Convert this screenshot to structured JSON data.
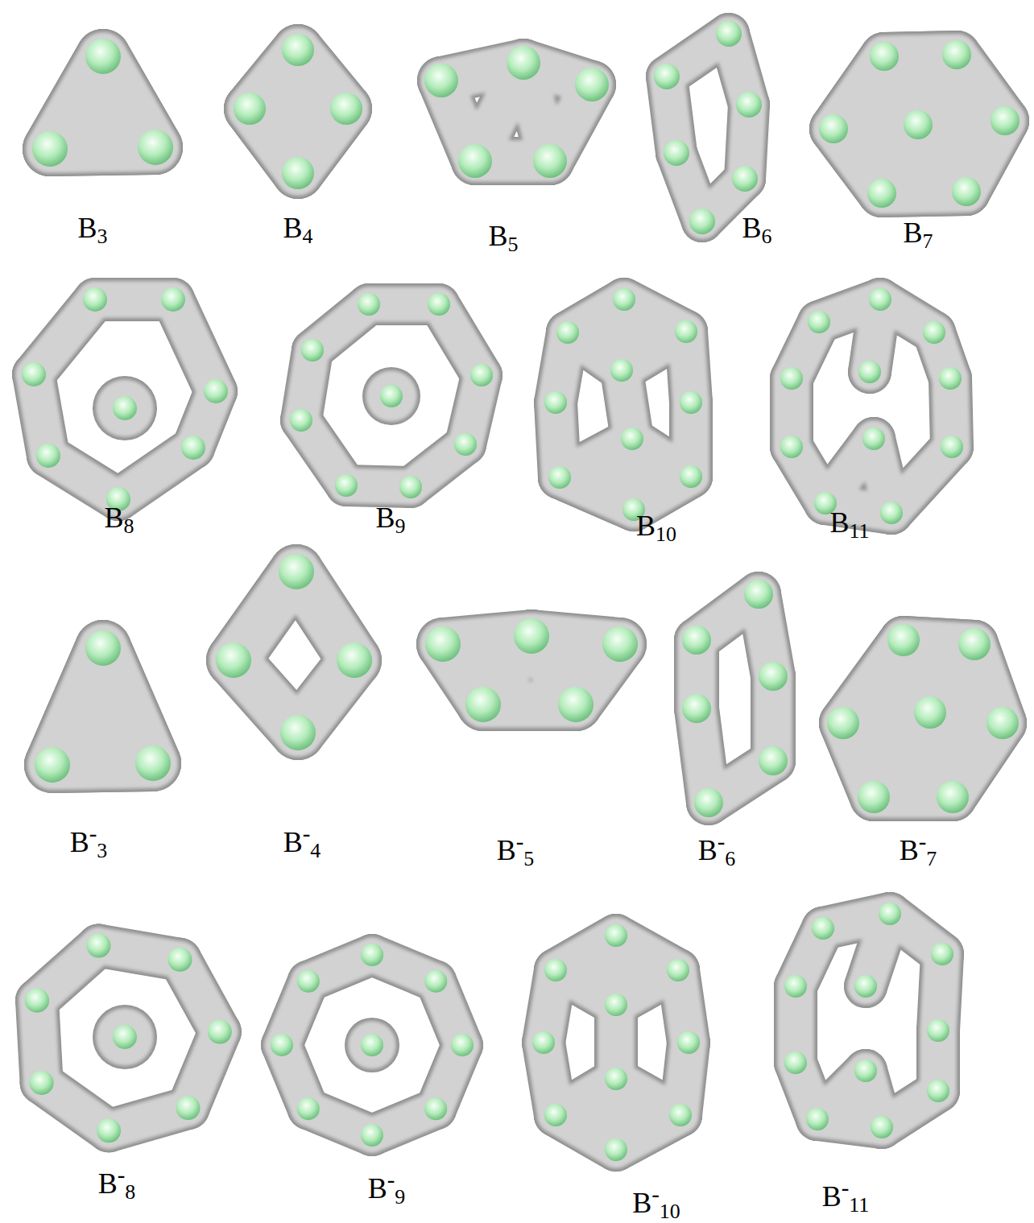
{
  "diagram": {
    "labels": [
      "B3",
      "B4",
      "B5",
      "B6",
      "B7",
      "B8",
      "B9",
      "B10",
      "B11",
      "B-3",
      "B-4",
      "B-5",
      "B-6",
      "B-7",
      "B-8",
      "B-9",
      "B-10",
      "B-11"
    ]
  }
}
